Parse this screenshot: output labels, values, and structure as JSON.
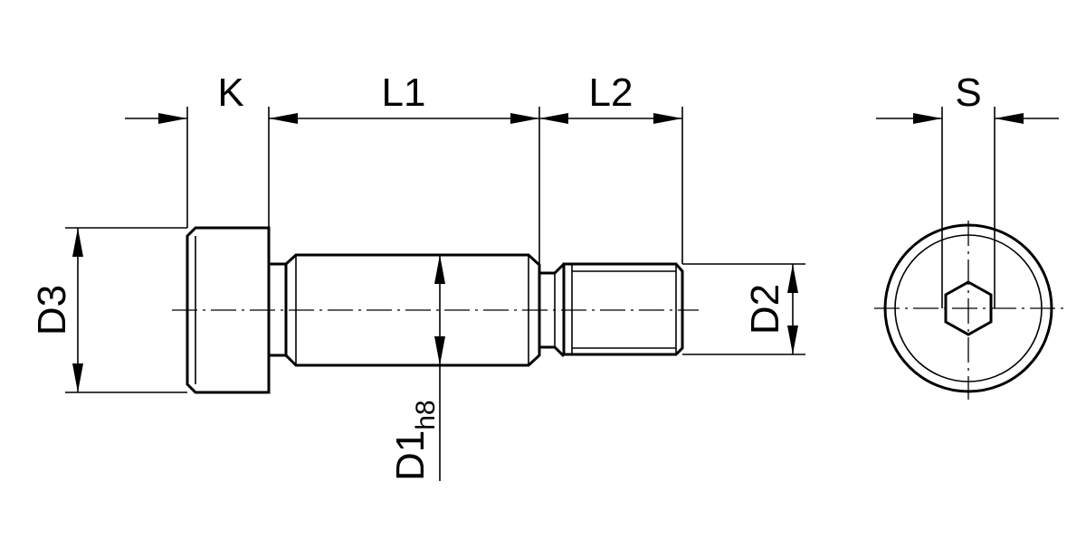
{
  "labels": {
    "k": "K",
    "l1": "L1",
    "l2": "L2",
    "s": "S",
    "d3": "D3",
    "d2": "D2",
    "d1": "D1",
    "d1_tolerance": "h8"
  }
}
